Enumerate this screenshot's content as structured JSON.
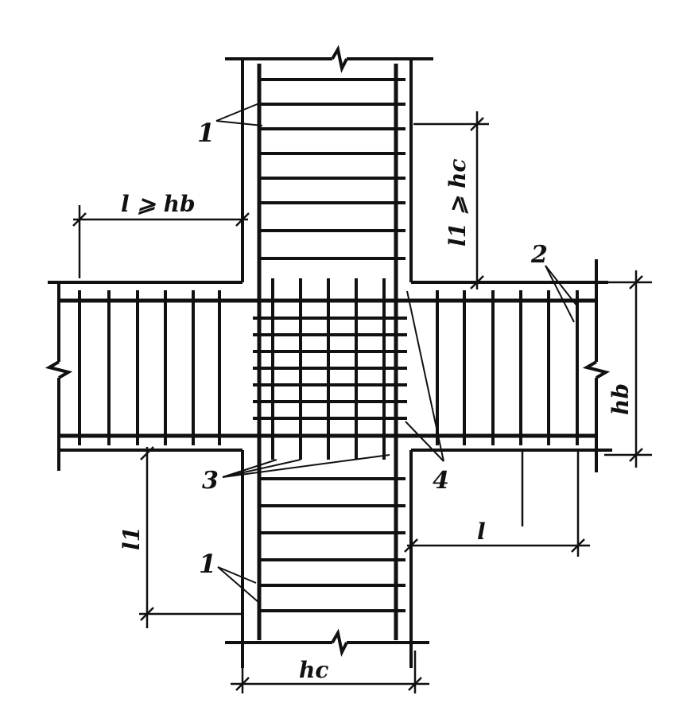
{
  "labels": {
    "column_bar_marker_top": "1",
    "column_bar_marker_bottom": "1",
    "beam_stirrup_marker": "2",
    "joint_bar_marker": "3",
    "joint_tie_marker": "4",
    "dim_beam_anchorage": "l ⩾ hb",
    "dim_column_anchorage": "l1 ⩾ hc",
    "dim_beam_height": "hb",
    "dim_column_width": "hc",
    "dim_lower_column": "l1",
    "dim_right_beam": "l"
  }
}
